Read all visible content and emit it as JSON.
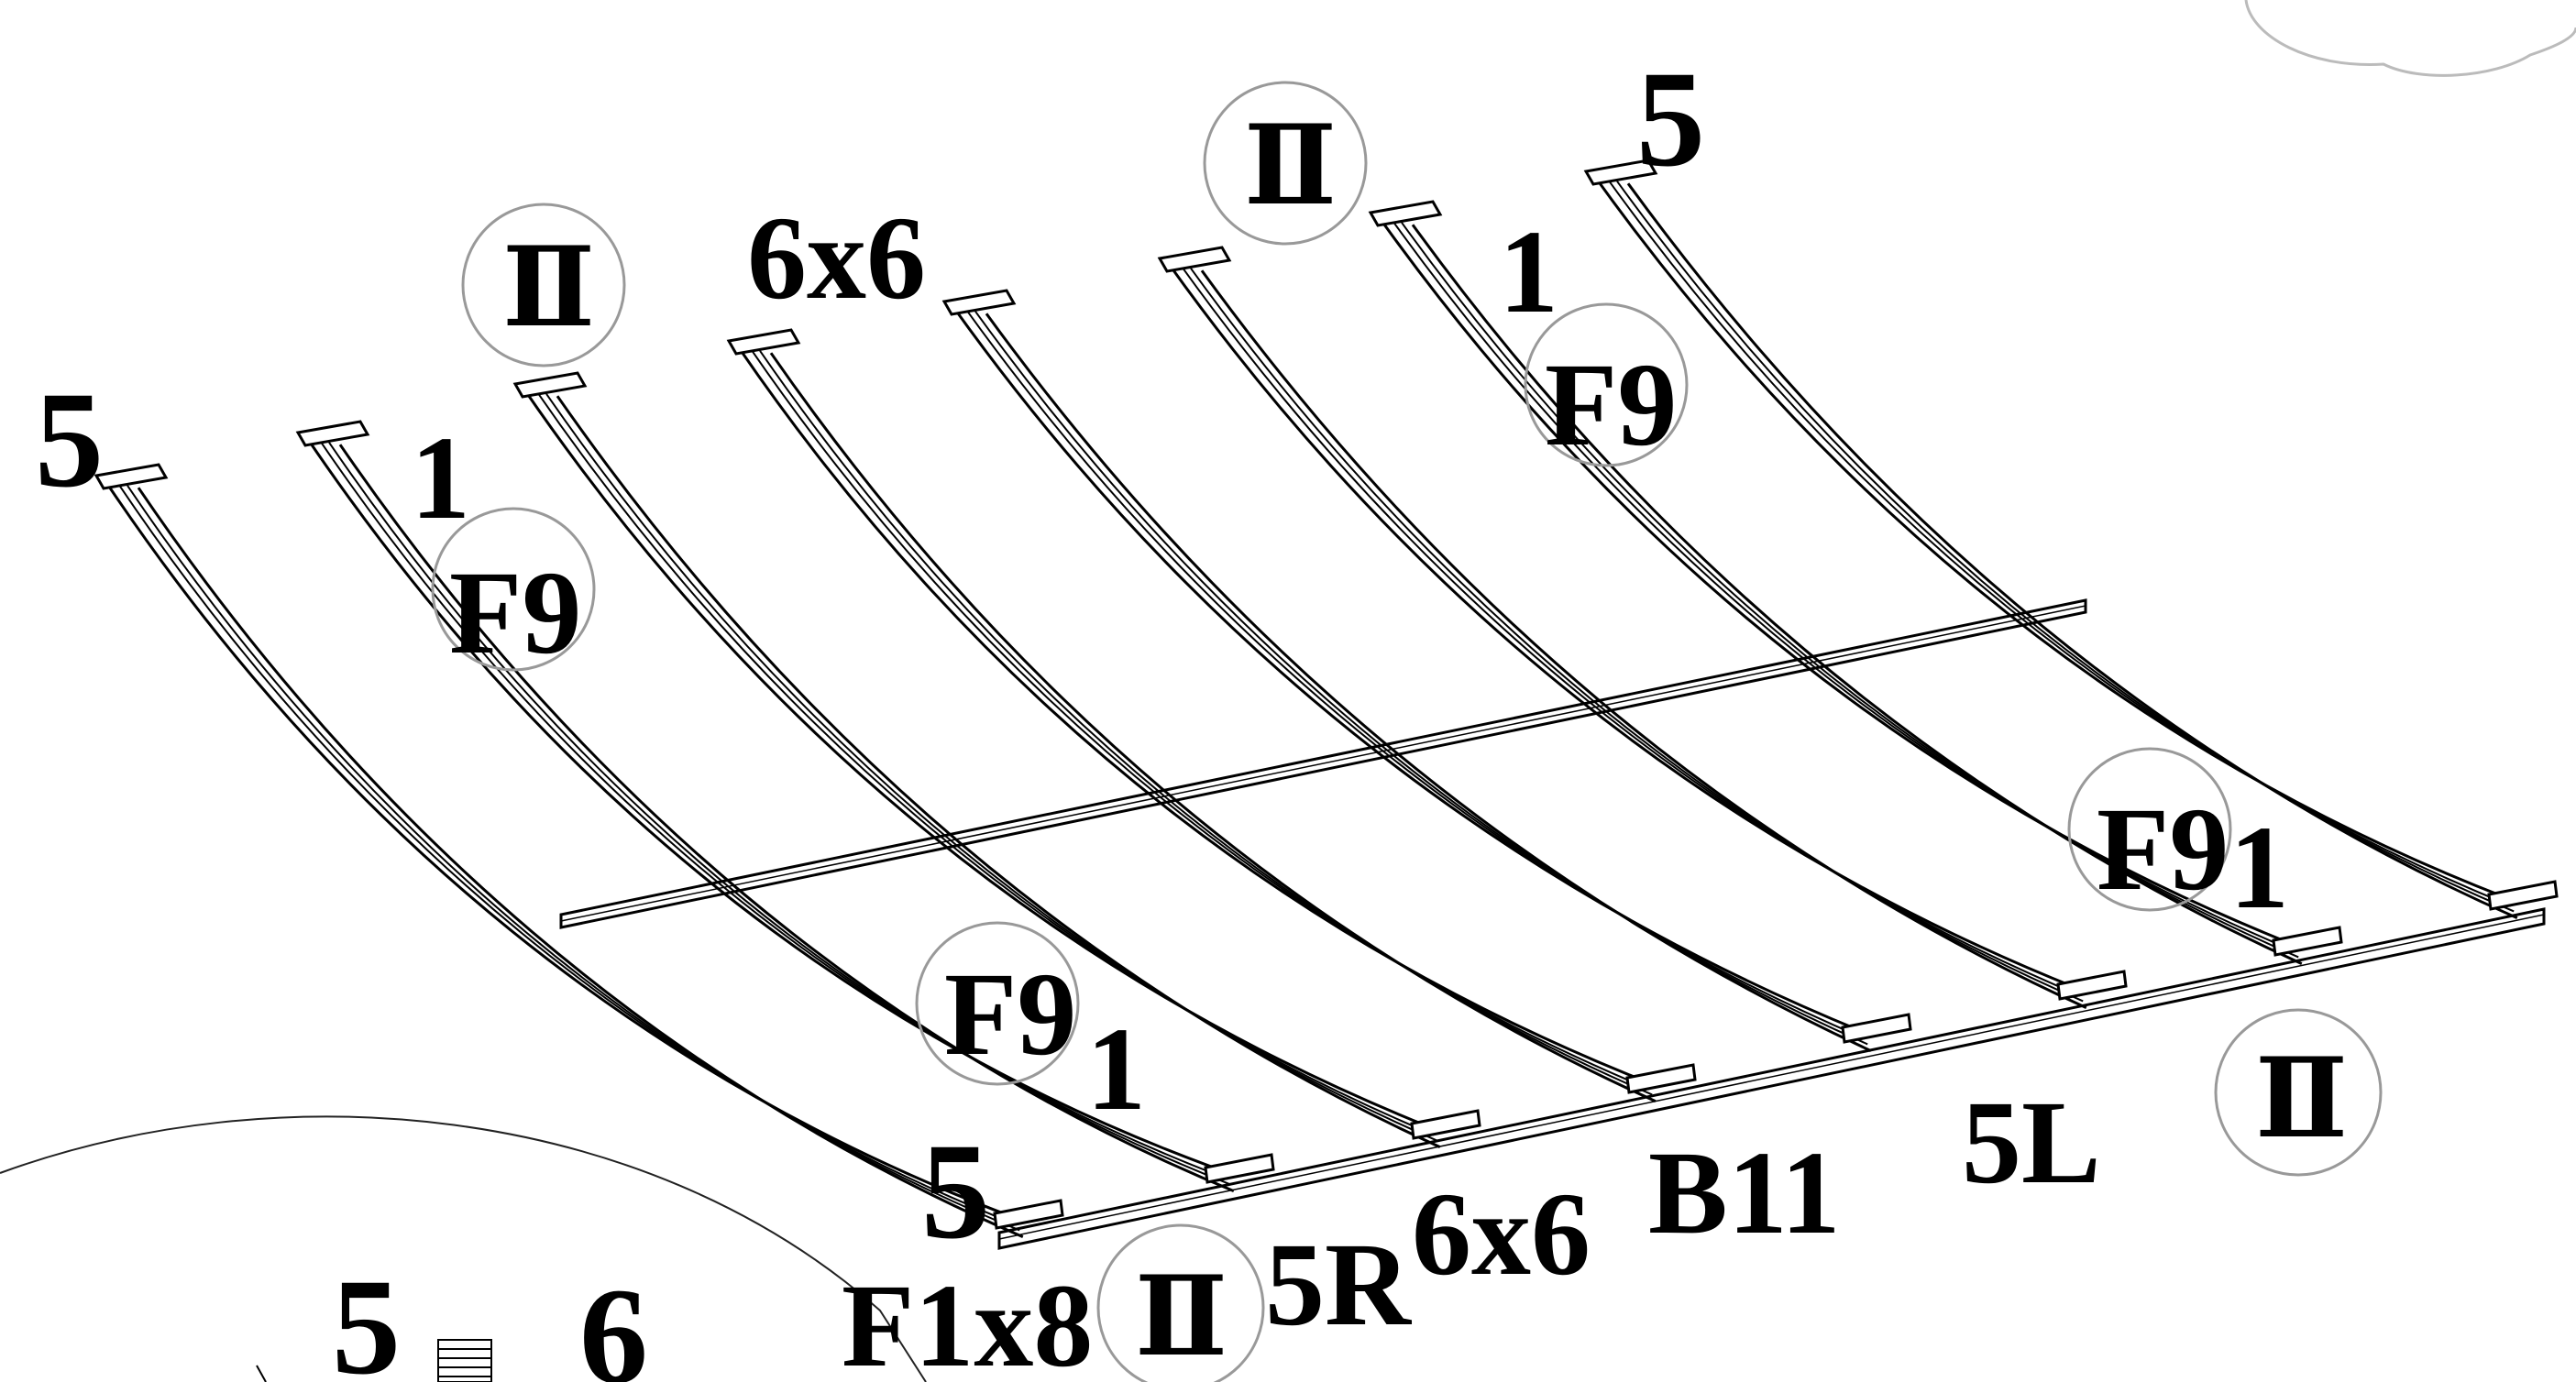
{
  "labels": {
    "l_5_left": "5",
    "l_1_left": "1",
    "l_f9_left": "F9",
    "l_ii_top_left": "Ⅱ",
    "l_6x6_top": "6x6",
    "l_ii_top_mid": "Ⅱ",
    "l_5_top_right": "5",
    "l_1_top_right": "1",
    "l_f9_top_right": "F9",
    "l_f9_right": "F9",
    "l_1_right": "1",
    "l_f9_bottom": "F9",
    "l_1_bottom": "1",
    "l_5_bottom": "5",
    "l_f1x8": "F1x8",
    "l_ii_bottom": "Ⅱ",
    "l_5r": "5R",
    "l_6x6_bottom": "6x6",
    "l_b11": "B11",
    "l_5l": "5L",
    "l_ii_right": "Ⅱ",
    "l_5_corner": "5",
    "l_6_corner": "6"
  }
}
